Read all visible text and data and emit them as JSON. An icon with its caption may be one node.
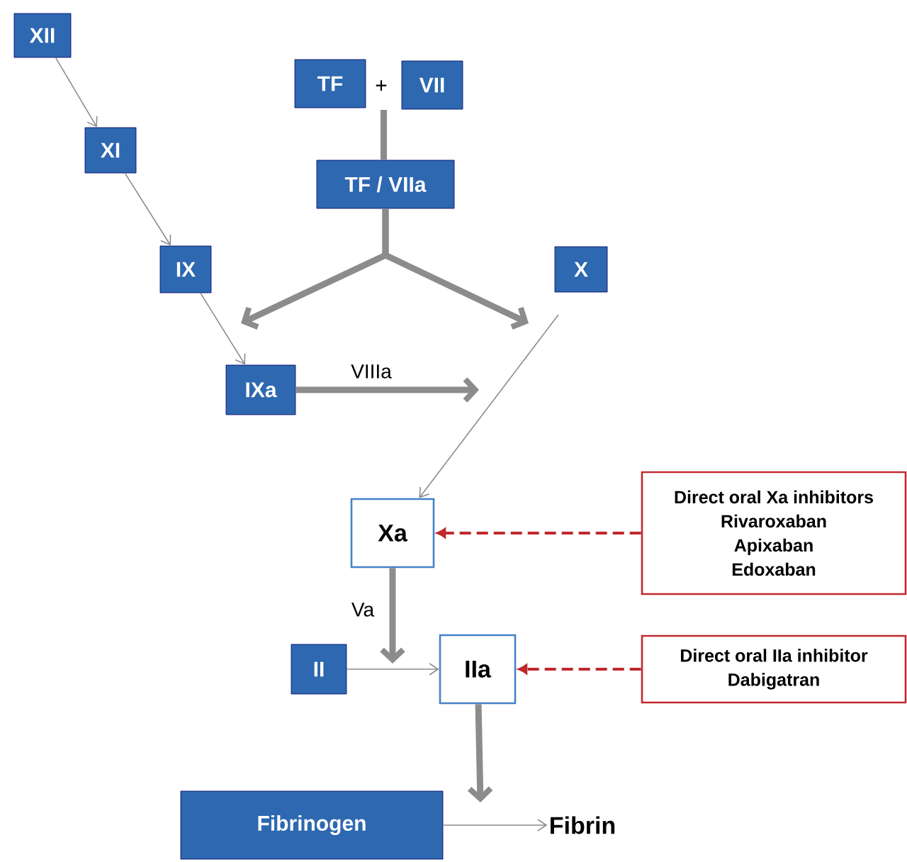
{
  "diagram": {
    "nodes": [
      {
        "text": [
          "XII"
        ]
      },
      {
        "text": [
          "TF"
        ]
      },
      {
        "text": [
          "VII"
        ]
      },
      {
        "text": [
          "TF / VIIa"
        ]
      },
      {
        "text": [
          "XI"
        ]
      },
      {
        "text": [
          "IX"
        ]
      },
      {
        "text": [
          "X"
        ]
      },
      {
        "text": [
          "IXa"
        ]
      },
      {
        "text": [
          "Xa"
        ]
      },
      {
        "text": [
          "Direct oral Xa inhibitors",
          "Rivaroxaban",
          "Apixaban",
          "Edoxaban"
        ]
      },
      {
        "text": [
          "II"
        ]
      },
      {
        "text": [
          "IIa"
        ]
      },
      {
        "text": [
          "Direct oral IIa inhibitor",
          "Dabigatran"
        ]
      },
      {
        "text": [
          "Fibrinogen"
        ]
      },
      {
        "text": [
          "Fibrin"
        ]
      }
    ],
    "edges": [
      {
        "from": 0,
        "to": 4,
        "arrow": "to"
      },
      {
        "from": 4,
        "to": 5,
        "arrow": "to"
      },
      {
        "from": 5,
        "to": 7,
        "arrow": "to"
      },
      {
        "from": 1,
        "to": 3,
        "arrow": "none",
        "style": "thick"
      },
      {
        "from": 2,
        "to": 3,
        "arrow": "none",
        "style": "thick"
      },
      {
        "from": 3,
        "to": null,
        "arrow": "to",
        "style": "thick"
      },
      {
        "from": 3,
        "to": null,
        "arrow": "to",
        "style": "thick"
      },
      {
        "from": 7,
        "to": null,
        "arrow": "to",
        "style": "thick",
        "label": "VIIIa"
      },
      {
        "from": 6,
        "to": 8,
        "arrow": "to"
      },
      {
        "from": 9,
        "to": 8,
        "arrow": "to",
        "style": "dashed",
        "color": "#c0282d"
      },
      {
        "from": 8,
        "to": null,
        "arrow": "to",
        "style": "thick",
        "label": "Va"
      },
      {
        "from": 10,
        "to": 11,
        "arrow": "to"
      },
      {
        "from": 12,
        "to": 11,
        "arrow": "to",
        "style": "dashed",
        "color": "#c0282d"
      },
      {
        "from": 11,
        "to": null,
        "arrow": "to",
        "style": "thick"
      },
      {
        "from": 13,
        "to": 14,
        "arrow": "to"
      }
    ],
    "labels": [
      "+"
    ]
  }
}
